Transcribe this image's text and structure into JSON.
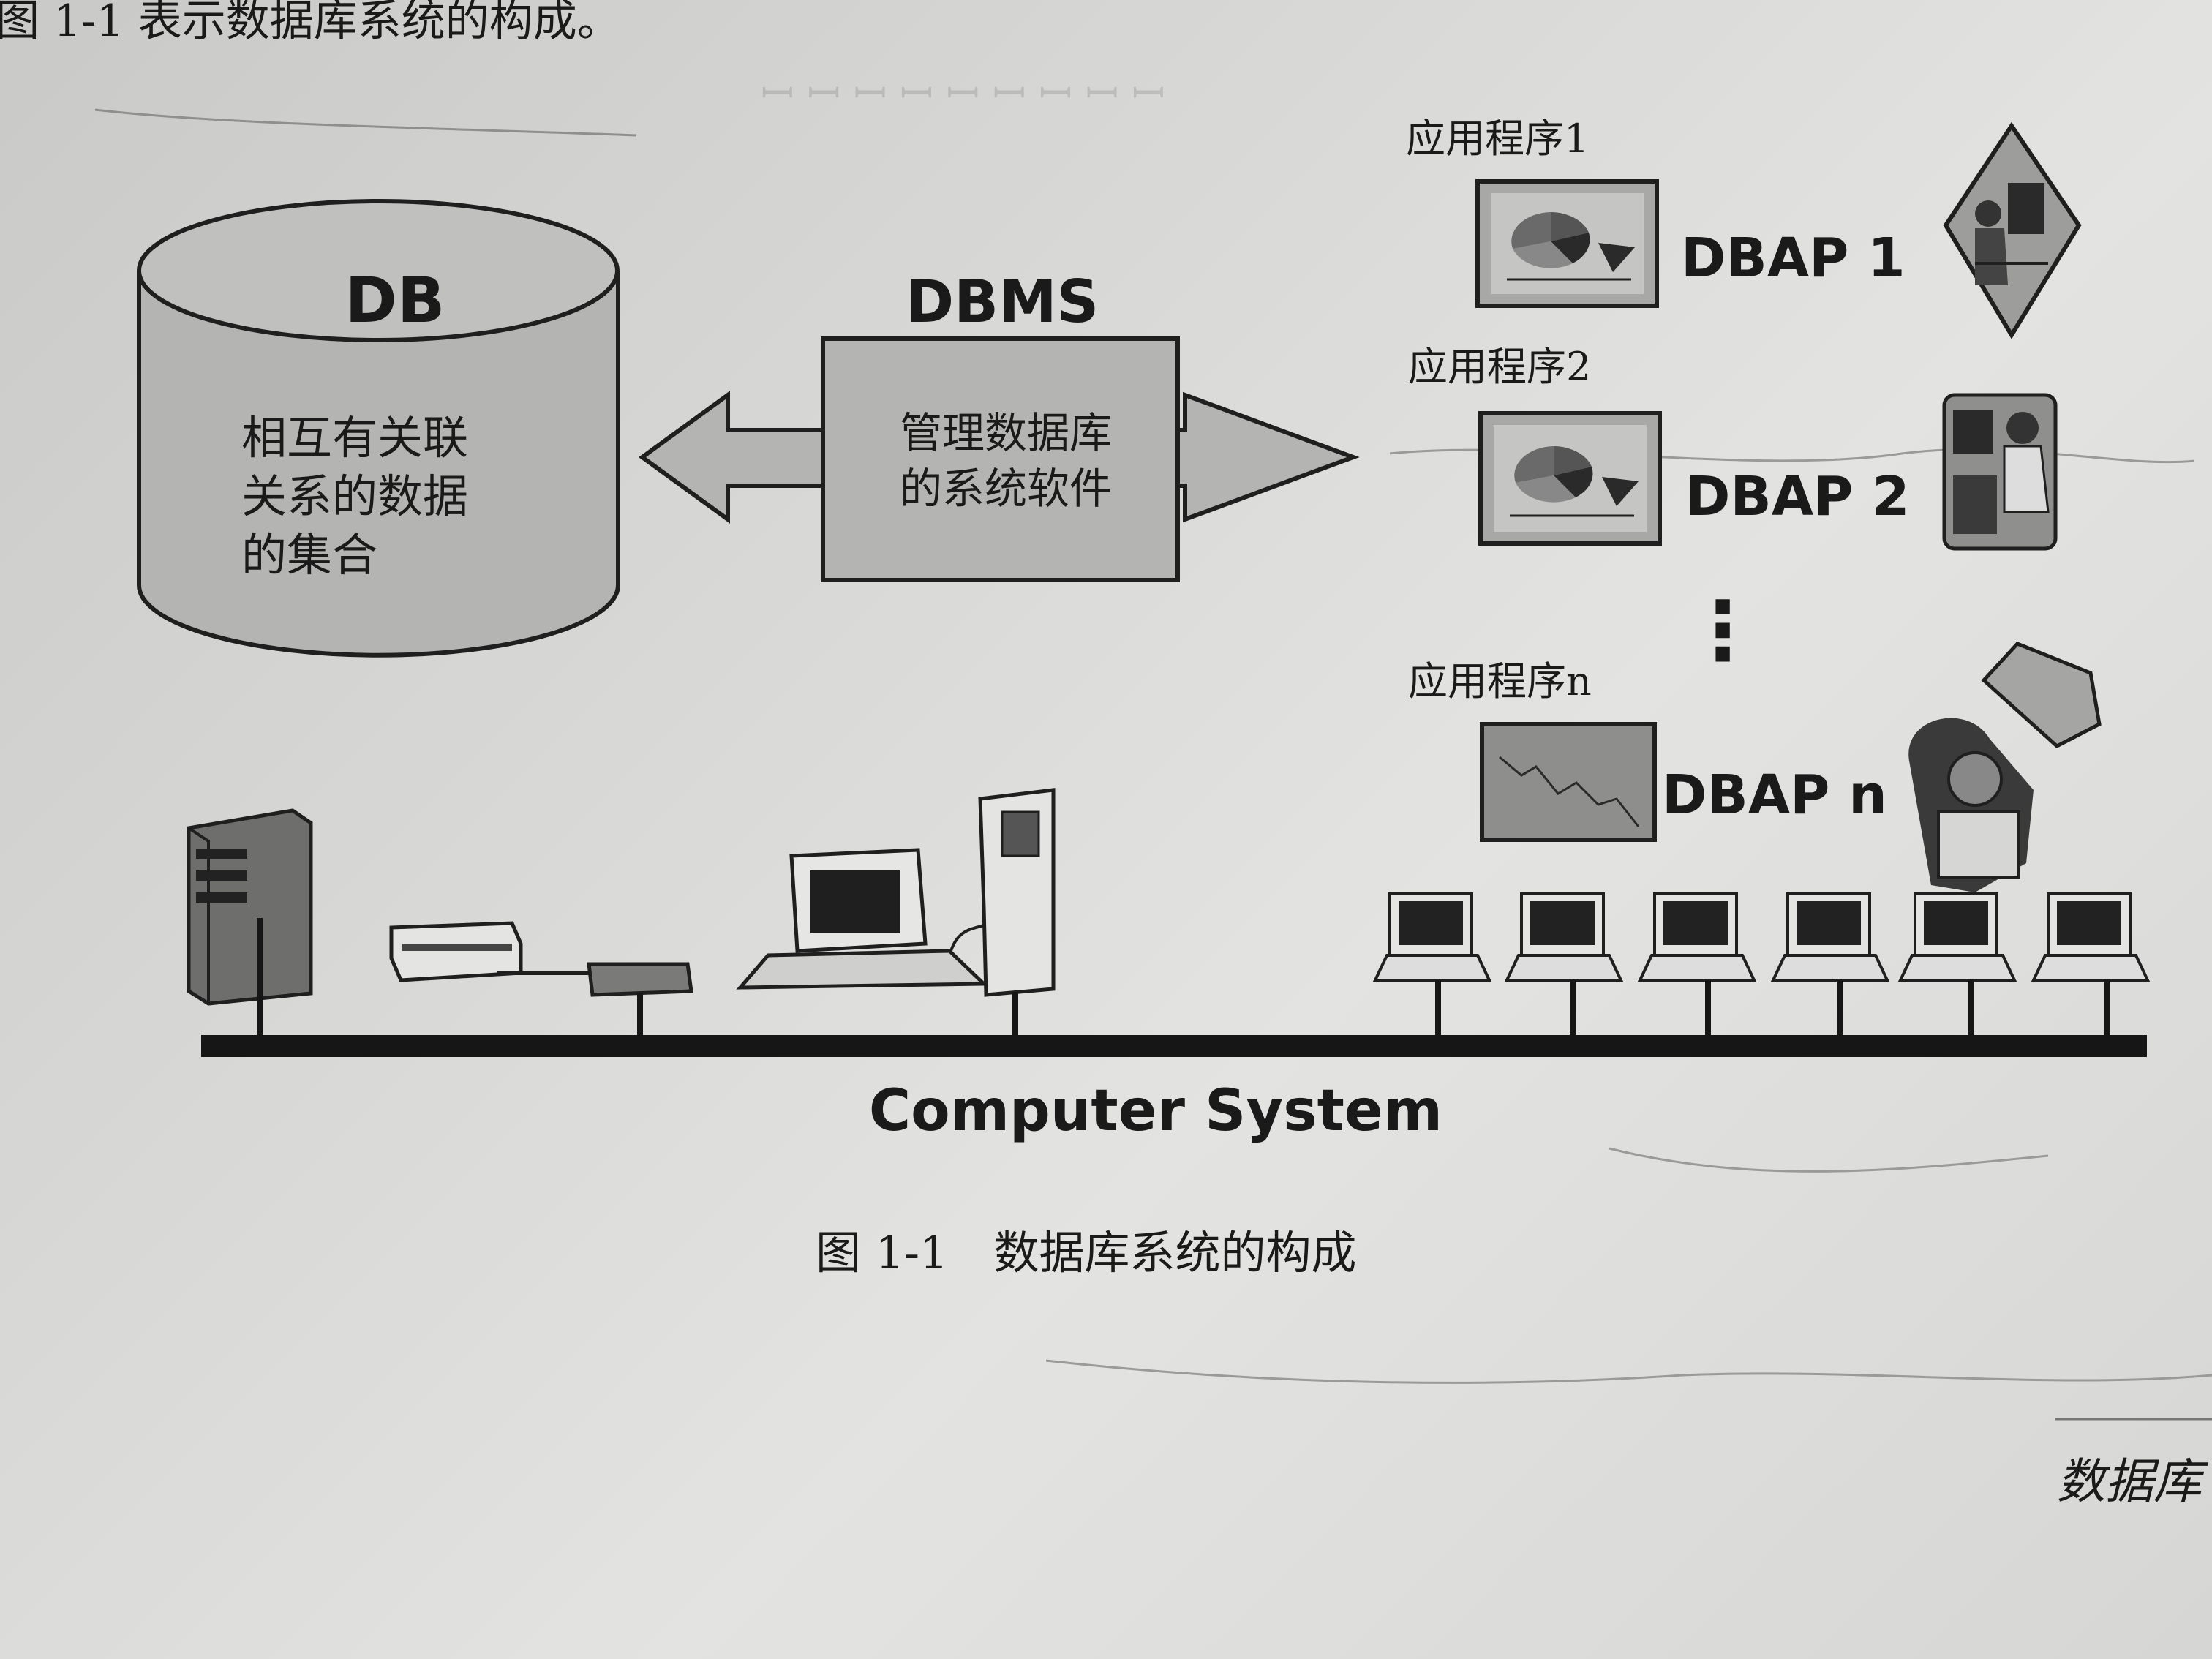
{
  "page": {
    "top_line": "图 1-1 表示数据库系统的构成。",
    "caption": "图 1-1　数据库系统的构成",
    "footer_fragment": "数据库"
  },
  "diagram": {
    "db": {
      "title": "DB",
      "description_lines": [
        "相互有关联",
        "关系的数据",
        "的集合"
      ]
    },
    "dbms": {
      "title": "DBMS",
      "description_lines": [
        "管理数据库",
        "的系统软件"
      ]
    },
    "applications": [
      {
        "label": "应用程序1",
        "dbap": "DBAP 1"
      },
      {
        "label": "应用程序2",
        "dbap": "DBAP 2"
      },
      {
        "label": "应用程序n",
        "dbap": "DBAP n"
      }
    ],
    "ellipsis": "⋮",
    "system_label": "Computer System"
  },
  "icons": [
    "pie-chart-screen-icon",
    "line-chart-screen-icon",
    "user-at-workstation-icon",
    "server-tower-icon",
    "printer-icon",
    "desktop-computer-icon",
    "terminal-icon"
  ],
  "colors": {
    "shape_fill": "#b4b4b2",
    "stroke": "#1f1f1f",
    "bus": "#161616"
  }
}
